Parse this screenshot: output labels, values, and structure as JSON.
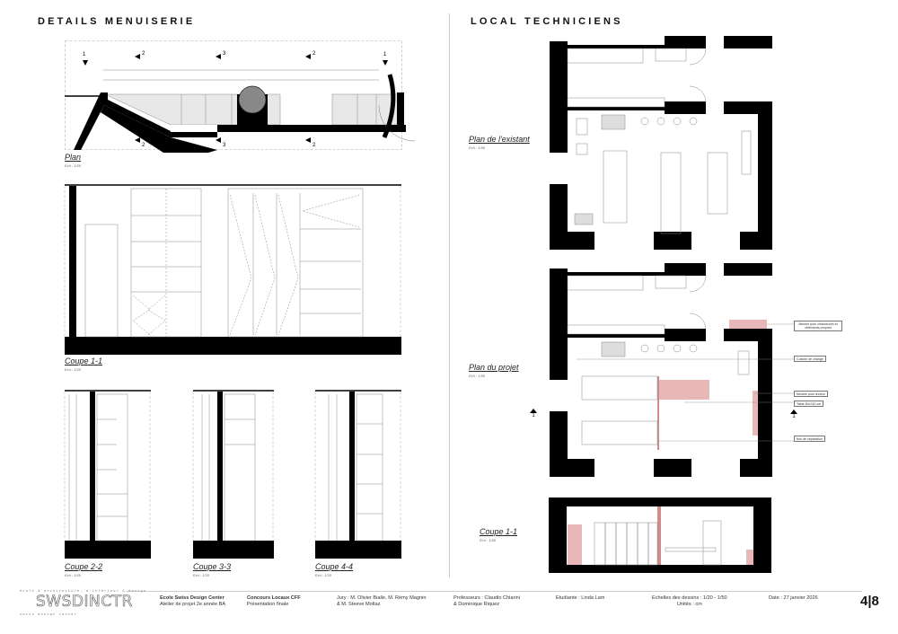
{
  "left": {
    "title": "DETAILS MENUISERIE",
    "plan": {
      "title": "Plan",
      "scale": "Ech : 1/20"
    },
    "coupe11": {
      "title": "Coupe 1-1",
      "scale": "Ech : 1/20"
    },
    "coupe22": {
      "title": "Coupe 2-2",
      "scale": "Ech : 1/20"
    },
    "coupe33": {
      "title": "Coupe 3-3",
      "scale": "Ech : 1/20"
    },
    "coupe44": {
      "title": "Coupe 4-4",
      "scale": "Ech : 1/20"
    },
    "section_markers": [
      "1",
      "2",
      "3",
      "2",
      "1",
      "2",
      "3",
      "2"
    ]
  },
  "right": {
    "title": "LOCAL TECHNICIENS",
    "existant": {
      "title": "Plan de l'existant",
      "scale": "Ech : 1/50"
    },
    "projet": {
      "title": "Plan du projet",
      "scale": "Ech : 1/50"
    },
    "coupe11": {
      "title": "Coupe 1-1",
      "scale": "Ech : 1/50"
    },
    "section_marker": "1",
    "callouts": [
      "Meuble pour chaussures et vêtements propres",
      "Cuisine de change",
      "Meuble pour lecteur",
      "Table 80x740 cm",
      "Mur de séparation"
    ],
    "accent_color": "#e8b7b7"
  },
  "footer": {
    "logo_top": "école d'architecture, d'intérieur & design",
    "logo_main": "SWSDINCTR",
    "logo_bottom": "swiss design center",
    "school_name": "Ecole Swiss Design Center",
    "school_sub": "Atelier de projet 2e année BA",
    "contest_name": "Concours Locaux CFF",
    "contest_sub": "Présentation finale",
    "jury_1": "Jury : M. Olivier Bialle, M. Rémy Magnin",
    "jury_2": "& M. Steeve Moltaz",
    "prof_1": "Professeurs : Claudio Chiarini",
    "prof_2": "& Dominique Riquez",
    "student": "Etudiante : Linda Lam",
    "scales_1": "Echelles des dessins : 1/20 - 1/50",
    "scales_2": "Unités : cm",
    "date": "Date : 27 janvier 2026",
    "page": "4|8"
  }
}
